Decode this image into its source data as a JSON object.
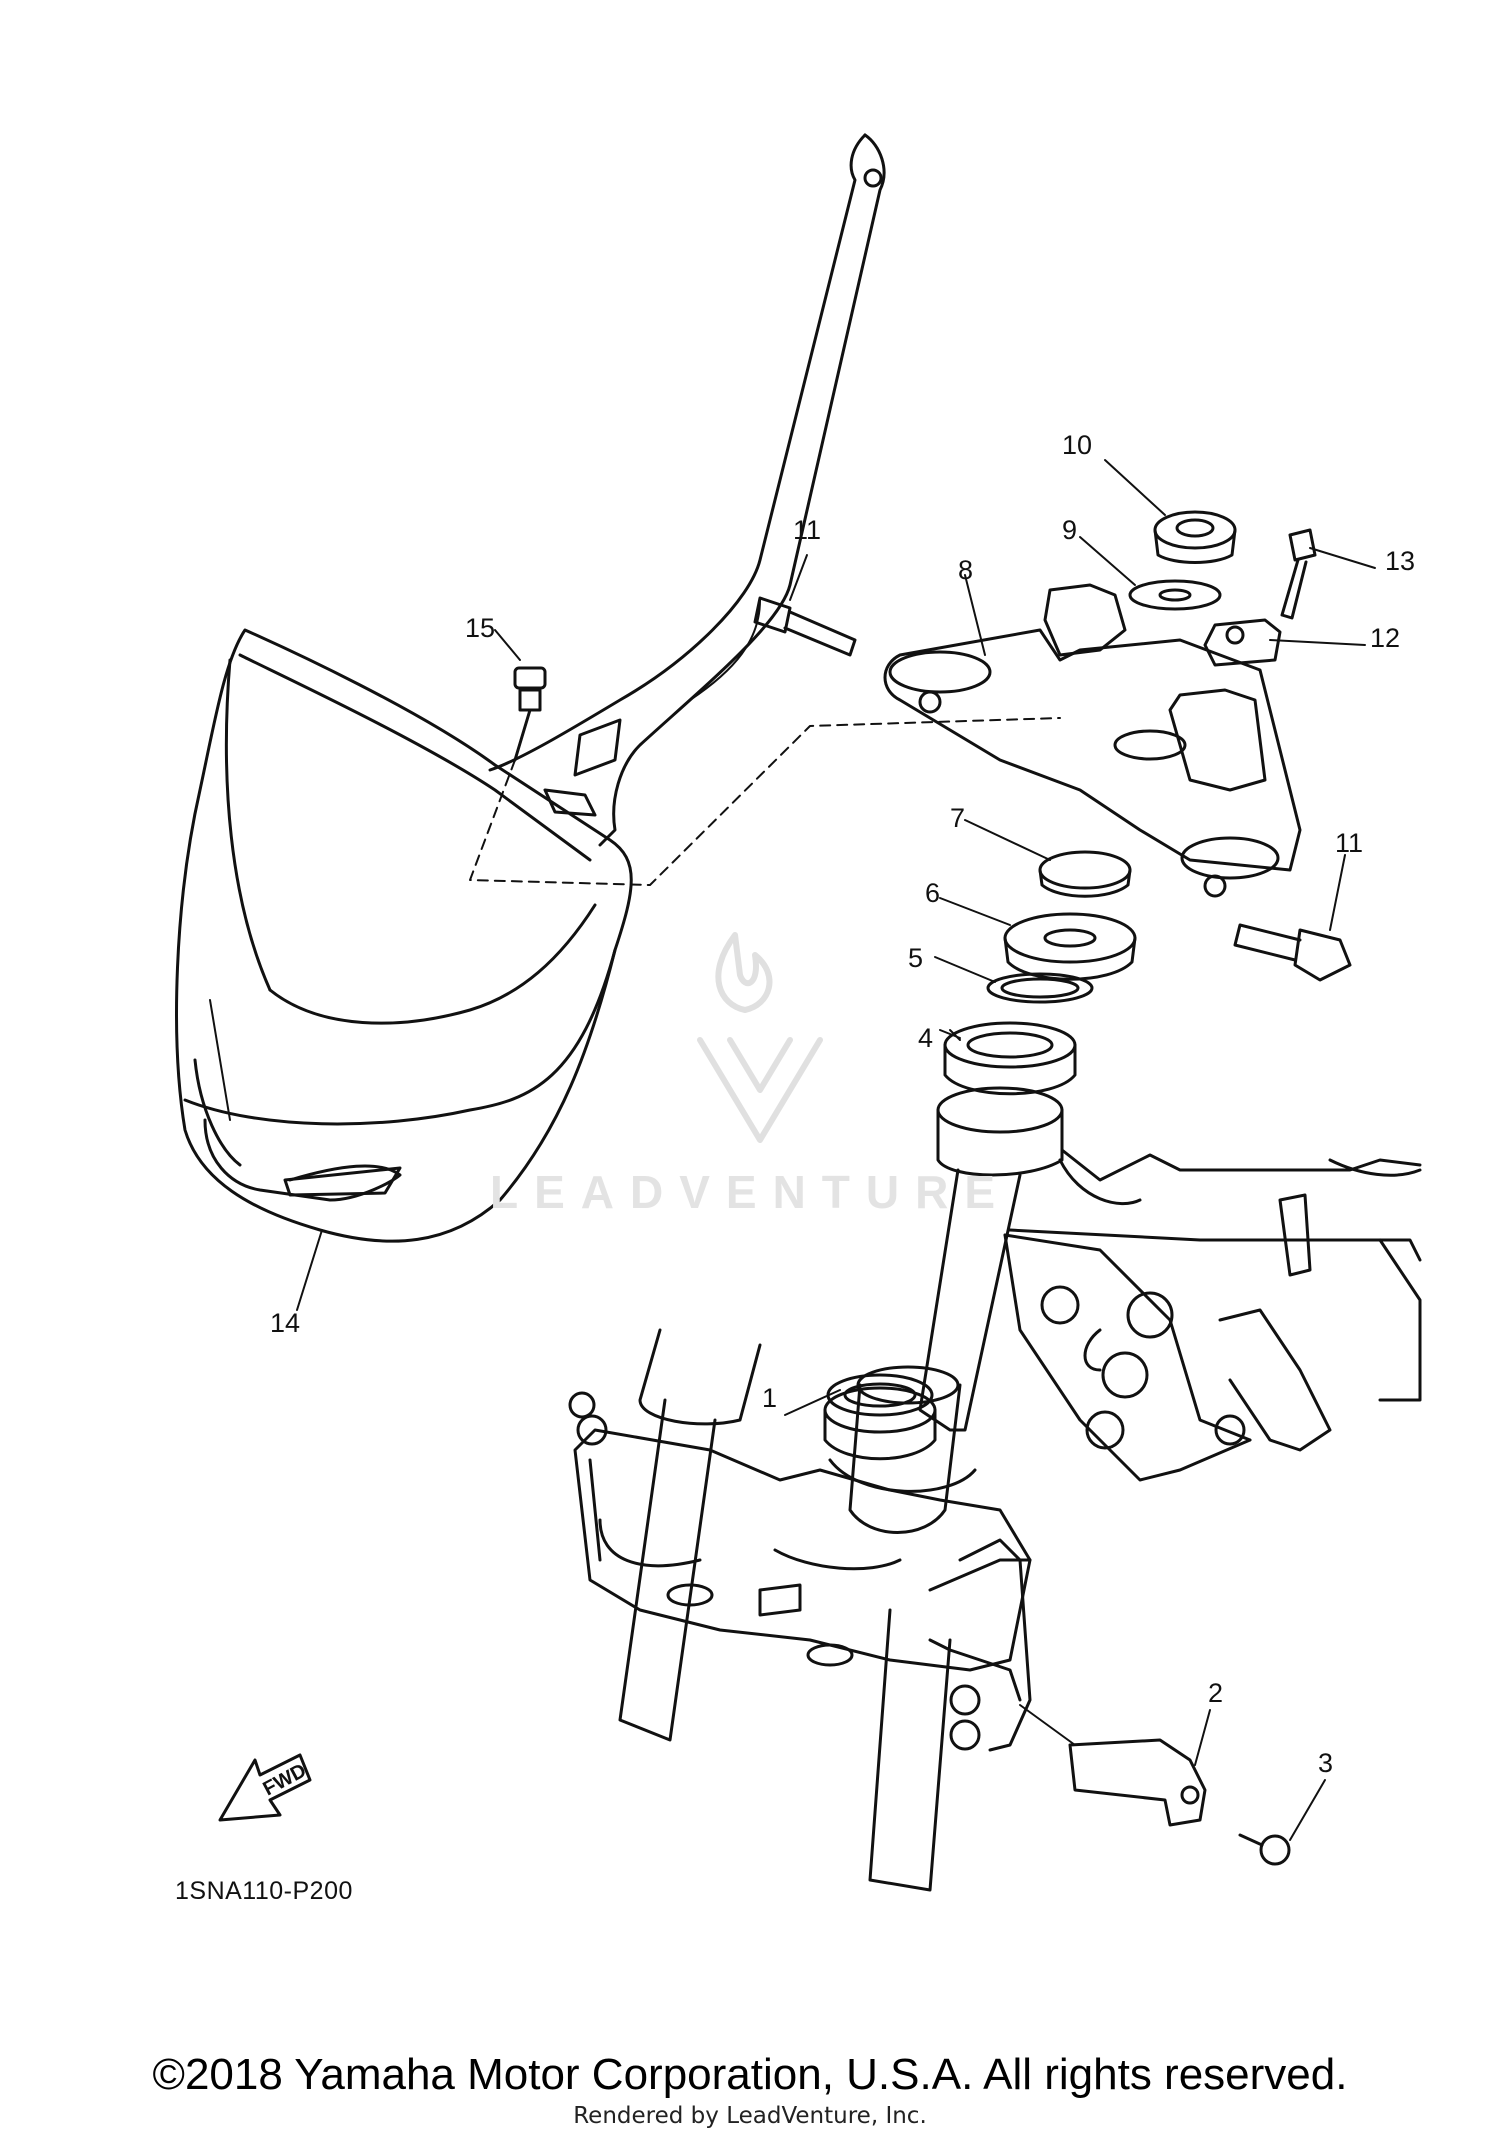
{
  "diagram": {
    "callouts": [
      {
        "id": "1",
        "label": "1"
      },
      {
        "id": "2",
        "label": "2"
      },
      {
        "id": "3",
        "label": "3"
      },
      {
        "id": "4",
        "label": "4"
      },
      {
        "id": "5",
        "label": "5"
      },
      {
        "id": "6",
        "label": "6"
      },
      {
        "id": "7",
        "label": "7"
      },
      {
        "id": "8",
        "label": "8"
      },
      {
        "id": "9",
        "label": "9"
      },
      {
        "id": "10",
        "label": "10"
      },
      {
        "id": "11a",
        "label": "11"
      },
      {
        "id": "11b",
        "label": "11"
      },
      {
        "id": "12",
        "label": "12"
      },
      {
        "id": "13",
        "label": "13"
      },
      {
        "id": "14",
        "label": "14"
      },
      {
        "id": "15",
        "label": "15"
      }
    ],
    "fwd_label": "FWD",
    "drawing_code": "1SNA110-P200",
    "watermark_text": "LEADVENTURE"
  },
  "footer": {
    "copyright": "©2018 Yamaha Motor Corporation, U.S.A. All rights reserved.",
    "rendered_by": "Rendered by LeadVenture, Inc."
  }
}
